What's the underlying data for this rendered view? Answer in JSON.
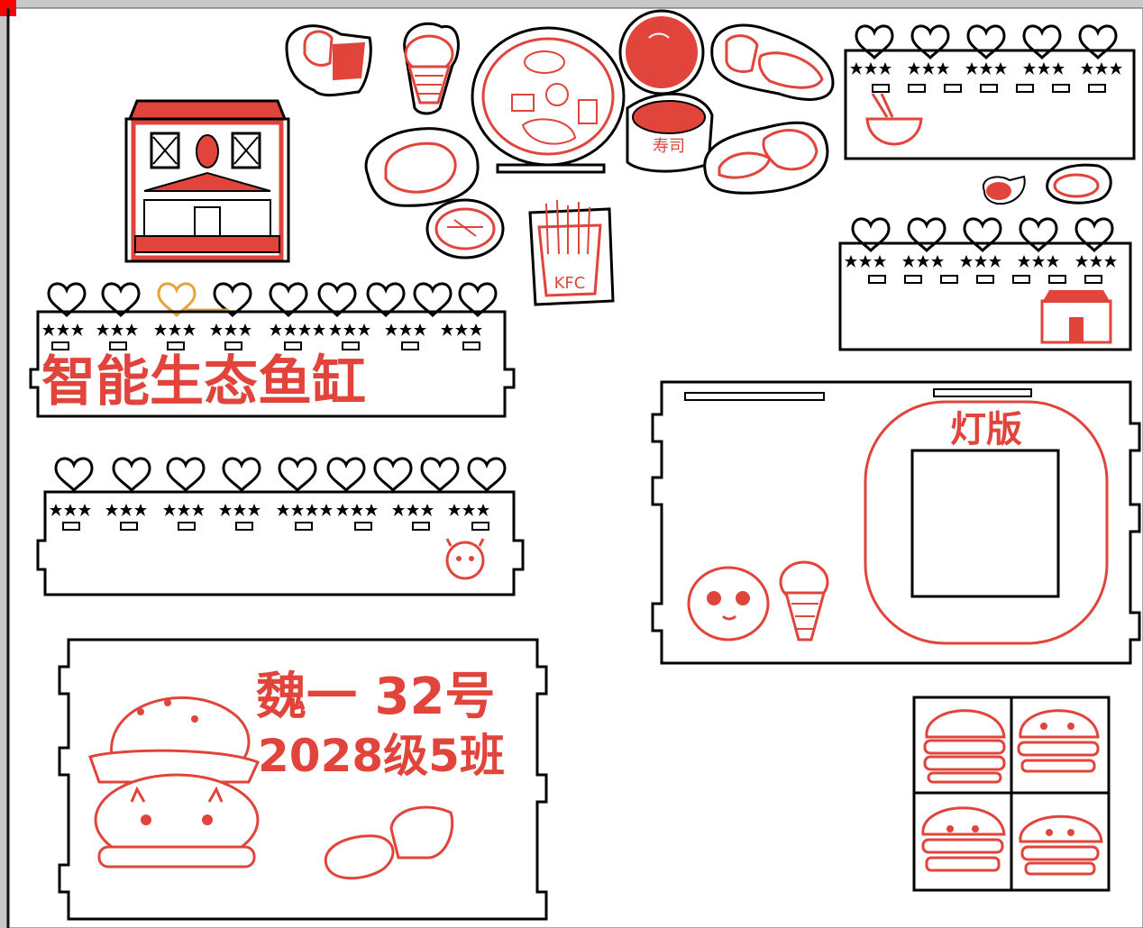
{
  "app": {
    "canvas_label": "laser-cut design canvas",
    "colors": {
      "cut": "#000000",
      "engrave": "#e0443a",
      "accent": "#e8a23a",
      "bg": "#ffffff",
      "chrome": "#c8c8c8",
      "corner_marker": "#ff0000"
    }
  },
  "panels": {
    "title_panel": {
      "text": "智能生态鱼缸"
    },
    "lamp_panel": {
      "label": "灯版"
    },
    "name_panel": {
      "line1": "魏一  32号",
      "line2": "2028级5班"
    }
  },
  "stickers": {
    "fries_text": "KFC",
    "sushi_text": "寿司"
  },
  "icons": [
    "building-icon",
    "ice-cream-icon",
    "cupcake-icon",
    "plate-icon",
    "orange-icon",
    "bread-icon",
    "chicken-icon",
    "fries-icon",
    "noodle-bowl-icon",
    "burger-icon",
    "kids-character-icon",
    "heart-icon",
    "star-icon"
  ]
}
